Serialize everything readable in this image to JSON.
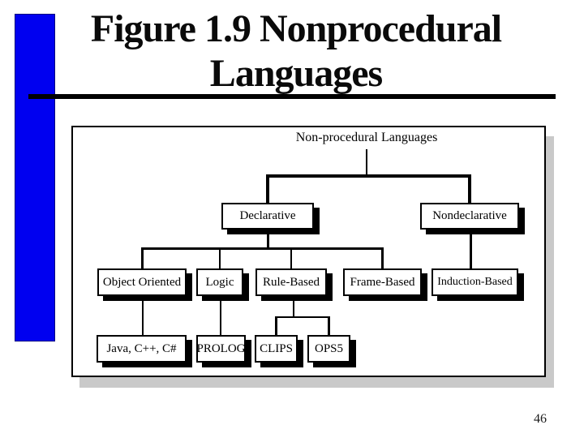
{
  "slide": {
    "title_line1": "Figure 1.9 Nonprocedural",
    "title_line2": "Languages",
    "page_number": "46"
  },
  "figure": {
    "root": "Non-procedural Languages",
    "nodes": {
      "declarative": "Declarative",
      "nondeclarative": "Nondeclarative",
      "object_oriented": "Object Oriented",
      "logic": "Logic",
      "rule_based": "Rule-Based",
      "frame_based": "Frame-Based",
      "induction_based": "Induction-Based",
      "java": "Java, C++, C#",
      "prolog": "PROLOG",
      "clips": "CLIPS",
      "ops5": "OPS5"
    },
    "hierarchy": [
      {
        "parent": "Non-procedural Languages",
        "children": [
          "Declarative",
          "Nondeclarative"
        ]
      },
      {
        "parent": "Declarative",
        "children": [
          "Object Oriented",
          "Logic",
          "Rule-Based",
          "Frame-Based"
        ]
      },
      {
        "parent": "Nondeclarative",
        "children": [
          "Induction-Based"
        ]
      },
      {
        "parent": "Object Oriented",
        "children": [
          "Java, C++, C#"
        ]
      },
      {
        "parent": "Logic",
        "children": [
          "PROLOG"
        ]
      },
      {
        "parent": "Rule-Based",
        "children": [
          "CLIPS",
          "OPS5"
        ]
      }
    ]
  },
  "colors": {
    "accent_bar": "#0000F0",
    "panel_shadow": "#C9C9C9",
    "node_shadow": "#000000",
    "text": "#000000"
  }
}
